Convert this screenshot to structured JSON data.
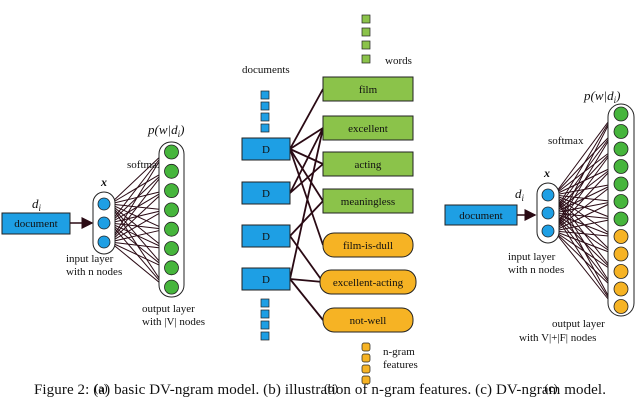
{
  "panel_a": {
    "doc_var": "d",
    "doc_var_sub": "i",
    "doc_box": "document",
    "x_label": "x",
    "softmax": "softmax",
    "prob_label": "p(w|d",
    "prob_sub": "i",
    "prob_close": ")",
    "input_caption_1": "input layer",
    "input_caption_2": "with n nodes",
    "output_caption_1": "output layer",
    "output_caption_2": "with |V| nodes",
    "panel_label": "(a)"
  },
  "panel_b": {
    "words_label": "words",
    "documents_label": "documents",
    "doc_node_label": "D",
    "word_nodes": [
      "film",
      "excellent",
      "acting",
      "meaningless"
    ],
    "ngram_nodes": [
      "film-is-dull",
      "excellent-acting",
      "not-well"
    ],
    "ngram_label_1": "n-gram",
    "ngram_label_2": "features",
    "panel_label": "(b)"
  },
  "panel_c": {
    "doc_var": "d",
    "doc_var_sub": "i",
    "doc_box": "document",
    "x_label": "x",
    "softmax": "softmax",
    "prob_label": "p(w|d",
    "prob_sub": "i",
    "prob_close": ")",
    "input_caption_1": "input layer",
    "input_caption_2": "with n nodes",
    "output_caption_1": "output layer",
    "output_caption_2": "with  V|+|F| nodes",
    "panel_label": "(c)"
  },
  "caption": "Figure 2: (a) basic DV-ngram model. (b) illustration of n-gram features. (c) DV-ngram model.",
  "colors": {
    "blue": "#1e9fe4",
    "green": "#46b53c",
    "green_light": "#8bc34a",
    "orange": "#f6b324",
    "line": "#2a0a14",
    "node_edge": "#222222"
  }
}
